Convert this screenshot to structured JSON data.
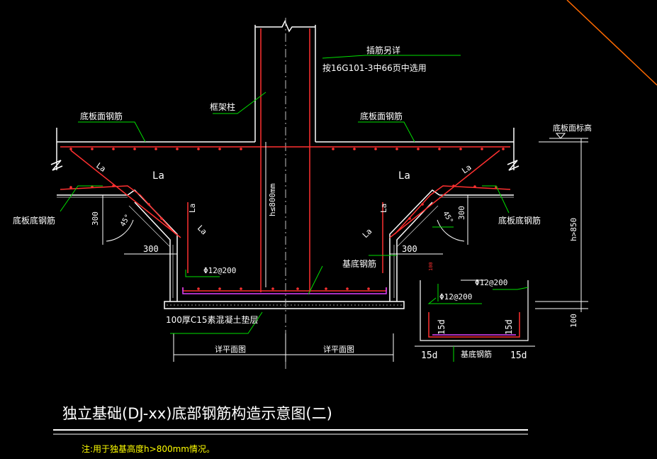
{
  "labels": {
    "dowel_detail_1": "插筋另详",
    "dowel_detail_2": "按16G101-3中66页中选用",
    "frame_column": "框架柱",
    "top_bar_left": "底板面钢筋",
    "top_bar_right": "底板面钢筋",
    "slab_top_elev": "底板面标高",
    "la_left_1": "La",
    "la_left_2": "La",
    "la_left_3": "La",
    "la_left_4": "La",
    "la_right_1": "La",
    "la_right_2": "La",
    "la_right_3": "La",
    "la_right_4": "La",
    "h_le_800": "h≤800mm",
    "h_gt_850": "h>850",
    "dim_300_v_left": "300",
    "dim_300_v_right": "300",
    "dim_300_h_left": "300",
    "dim_300_h_right": "300",
    "angle_left": "45°",
    "angle_right": "45°",
    "bottom_bar_left": "底板底钢筋",
    "bottom_bar_right": "底板底钢筋",
    "pit_bottom_bar": "基底钢筋",
    "phi12_left": "Φ12@200",
    "phi12_right": "Φ12@200",
    "phi12_detail": "Φ12@200",
    "small_100": "100",
    "bedding": "100厚C15素混凝土垫层",
    "dim_100_right": "100",
    "detail_15d_1": "15d",
    "detail_15d_2": "15d",
    "detail_15d_3": "15d",
    "detail_15d_4": "15d",
    "detail_bar": "基底钢筋",
    "plan_left": "详平面图",
    "plan_right": "详平面图",
    "title": "独立基础(DJ-xx)底部钢筋构造示意图(二)",
    "note": "注:用于独基高度h>800mm情况。"
  },
  "colors": {
    "background": "#000000",
    "white": "#ffffff",
    "red": "#ff3030",
    "green": "#00e000",
    "yellow": "#ffff00",
    "magenta": "#e040ff",
    "orange": "#ff6a00",
    "gray": "#a0a0a0"
  }
}
